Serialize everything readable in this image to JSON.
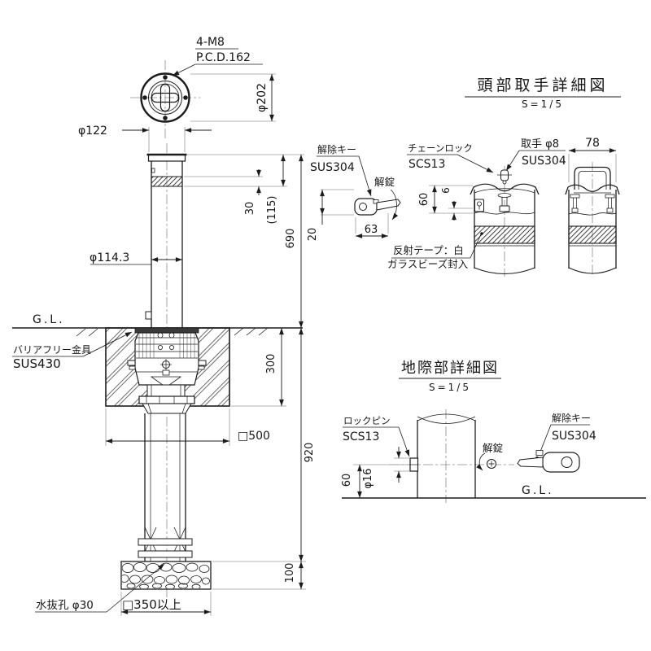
{
  "colors": {
    "line": "#1c1c1c",
    "gray": "#9a9a9a",
    "background": "#ffffff"
  },
  "top_view": {
    "bolt_callout": "4-M8",
    "pcd_callout": "P.C.D.162",
    "dim_outer": "φ202",
    "dim_cap": "φ122"
  },
  "front_view": {
    "ground_line": "G.L.",
    "fitting_name": "バリアフリー金具",
    "fitting_material": "SUS430",
    "dim_pipe": "φ114.3",
    "dim_tape_width": "30",
    "dim_tape_total": "(115)",
    "dim_above_ground": "690",
    "dim_foundation_depth": "300",
    "dim_below_ground": "920",
    "dim_gravel_depth": "100",
    "dim_foundation_width": "□500",
    "dim_gravel_width": "□350以上",
    "drain_label": "水抜孔 φ30"
  },
  "head_detail": {
    "title": "頭部取手詳細図",
    "scale": "S=1/5",
    "key_name": "解除キー",
    "key_material": "SUS304",
    "unlock": "解錠",
    "chain_lock_name": "チェーンロック",
    "chain_lock_material": "SCS13",
    "handle_name": "取手 φ8",
    "handle_material": "SUS304",
    "tape_line1": "反射テープ：白",
    "tape_line2": "ガラスビーズ封入",
    "dim_width": "78",
    "dim_top_to_pin": "60",
    "dim_pin_offset": "6",
    "dim_key_height": "20",
    "dim_key_length": "63"
  },
  "ground_detail": {
    "title": "地際部詳細図",
    "scale": "S=1/5",
    "pin_name": "ロックピン",
    "pin_material": "SCS13",
    "unlock": "解錠",
    "key_name": "解除キー",
    "key_material": "SUS304",
    "dim_pin_height": "60",
    "dim_pin_dia": "φ16",
    "ground_line": "G.L."
  }
}
